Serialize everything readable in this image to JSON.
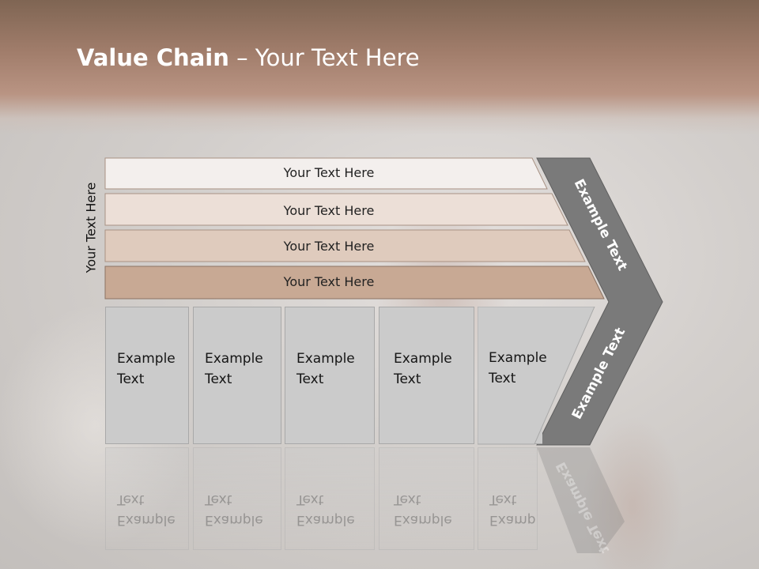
{
  "title": {
    "bold": "Value Chain",
    "rest": " – Your Text Here"
  },
  "side_label": "Your Text Here",
  "rows": [
    {
      "label": "Your Text Here",
      "color": "#f3efed"
    },
    {
      "label": "Your Text Here",
      "color": "#ecdfd7"
    },
    {
      "label": "Your Text Here",
      "color": "#dfcbbd"
    },
    {
      "label": "Your Text Here",
      "color": "#c8a994"
    }
  ],
  "boxes": [
    {
      "text": "Example\nText"
    },
    {
      "text": "Example\nText"
    },
    {
      "text": "Example\nText"
    },
    {
      "text": "Example\nText"
    },
    {
      "text": "Example\nText"
    }
  ],
  "chevron": {
    "upper_text": "Example Text",
    "lower_text": "Example Text",
    "color": "#7a7a7a"
  }
}
